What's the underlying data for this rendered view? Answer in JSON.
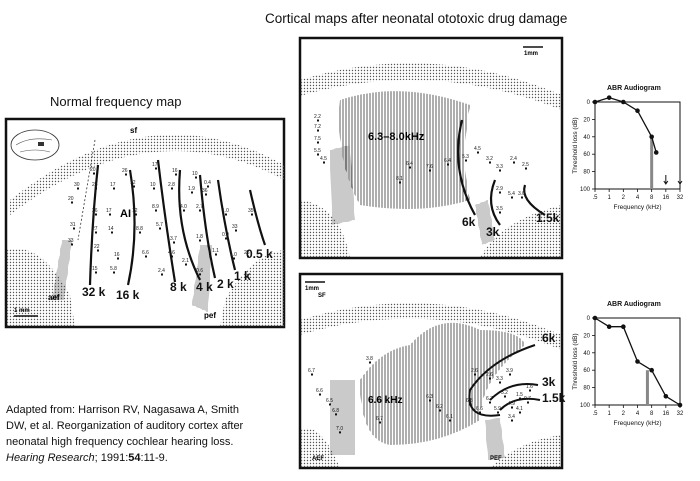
{
  "title_top": "Cortical maps after neonatal ototoxic drug damage",
  "title_left": "Normal frequency map",
  "citation": {
    "line1": "Adapted from: Harrison RV, Nagasawa A, Smith",
    "line2": "DW, et al. Reorganization of auditory cortex after",
    "line3": "neonatal high frequency cochlear hearing loss.",
    "journal": "Hearing Research",
    "sep": "; 1991:",
    "volume": "54",
    "pages": ":11-9."
  },
  "normal_map": {
    "sf": "sf",
    "ai": "AI",
    "aef": "aef",
    "pef": "pef",
    "scale": "1 mm",
    "iso_labels": [
      "32 k",
      "16 k",
      "8 k",
      "4 k",
      "2 k",
      "1 k",
      "0.5 k"
    ],
    "points": [
      "20",
      "26",
      "17",
      "16",
      "10",
      "0.4",
      "30",
      "25",
      "17",
      "12",
      "10",
      "2.8",
      "1.9",
      "36",
      "20",
      "26",
      "17",
      "12",
      "8.9",
      "4.0",
      "2.7",
      "1.0",
      "35",
      "31",
      "27",
      "14",
      "8.8",
      "5.7",
      "3.7",
      "1.8",
      "0.9",
      "33",
      "33",
      "22",
      "16",
      "6.6",
      "4.6",
      "2.1",
      "1.1",
      "1.0",
      "25",
      "15",
      "5.8",
      "2.4",
      "0.6"
    ]
  },
  "map_top": {
    "scale": "1mm",
    "region": "6.3–8.0kHz",
    "iso_labels": [
      "6k",
      "3k",
      "1.5k"
    ],
    "points": [
      "2.2",
      "7.2",
      "7.5",
      "5.5",
      "4.5",
      "8.1",
      "6.4",
      "7.6",
      "6.4",
      "5.3",
      "4.5",
      "3.2",
      "3.3",
      "2.4",
      "2.5",
      "2.9",
      "3.5",
      "5.4",
      "3.0"
    ]
  },
  "map_bottom": {
    "sf": "SF",
    "scale": "1mm",
    "region": "6.6 kHz",
    "aef": "AEF",
    "pef": "PEF",
    "iso_labels": [
      "6k",
      "3k",
      "1.5k"
    ],
    "points": [
      "3.8",
      "6.7",
      "6.6",
      "6.5",
      "6.8",
      "7.0",
      "6.7",
      "6.3",
      "6.2",
      "6.1",
      "6.8",
      "6.6",
      "6.7",
      "2.6",
      "2.6",
      "3.3",
      "3.9",
      "5.2",
      "1.5",
      "5.9",
      "4.9",
      "4.1",
      "0.7",
      "3.4",
      "1.6"
    ]
  },
  "audiogram_top": {
    "title": "ABR Audiogram",
    "xlabel": "Frequency (kHz)",
    "ylabel": "Threshold loss (dB)",
    "xticks": [
      ".5",
      "1",
      "2",
      "4",
      "8",
      "16",
      "32"
    ],
    "yticks": [
      "0",
      "20",
      "40",
      "60",
      "80",
      "100"
    ],
    "series": [
      {
        "f": 0.5,
        "db": 0
      },
      {
        "f": 1,
        "db": -5
      },
      {
        "f": 2,
        "db": 0
      },
      {
        "f": 4,
        "db": 10
      },
      {
        "f": 8,
        "db": 40
      },
      {
        "f": 10,
        "db": 58
      }
    ],
    "no_response_freqs": [
      16,
      32
    ],
    "cutoff_freq": 8
  },
  "audiogram_bottom": {
    "title": "ABR Audiogram",
    "xlabel": "Frequency (kHz)",
    "ylabel": "Threshold loss (dB)",
    "xticks": [
      ".5",
      "1",
      "2",
      "4",
      "8",
      "16",
      "32"
    ],
    "yticks": [
      "0",
      "20",
      "40",
      "60",
      "80",
      "100"
    ],
    "series": [
      {
        "f": 0.5,
        "db": 0
      },
      {
        "f": 1,
        "db": 10
      },
      {
        "f": 2,
        "db": 10
      },
      {
        "f": 4,
        "db": 50
      },
      {
        "f": 8,
        "db": 60
      },
      {
        "f": 16,
        "db": 90
      },
      {
        "f": 32,
        "db": 100
      }
    ],
    "cutoff_freq": 6.5
  }
}
